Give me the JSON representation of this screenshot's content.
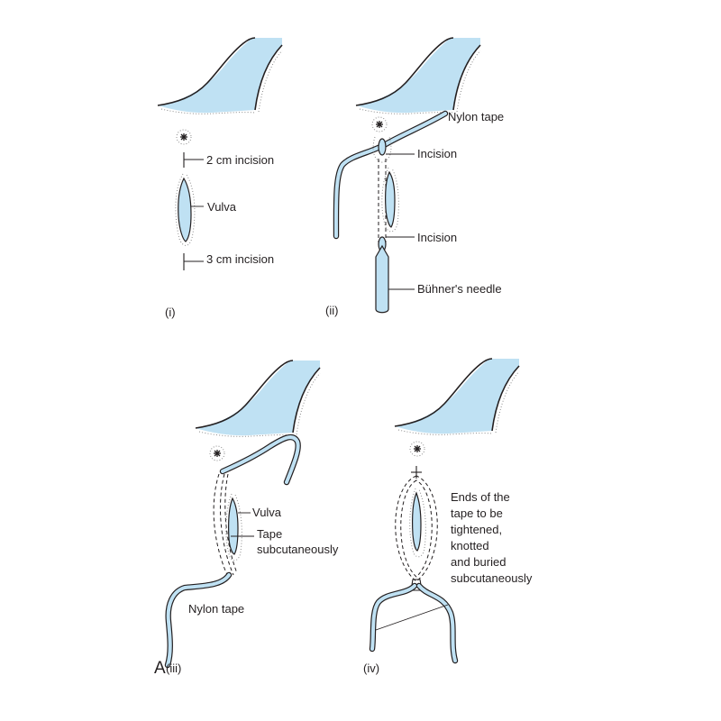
{
  "figure_letter": "A",
  "panels": {
    "p1": {
      "id": "(i)",
      "labels": {
        "top_incision": "2 cm incision",
        "vulva": "Vulva",
        "bottom_incision": "3 cm incision"
      }
    },
    "p2": {
      "id": "(ii)",
      "labels": {
        "tape": "Nylon tape",
        "upper_incision": "Incision",
        "lower_incision": "Incision",
        "needle": "Bühner's needle"
      }
    },
    "p3": {
      "id": "(iii)",
      "labels": {
        "vulva": "Vulva",
        "tape_sub_1": "Tape",
        "tape_sub_2": "subcutaneously",
        "tape": "Nylon tape"
      }
    },
    "p4": {
      "id": "(iv)",
      "labels": {
        "line1": "Ends of the",
        "line2": "tape to be",
        "line3": "tightened,",
        "line4": "knotted",
        "line5": "and buried",
        "line6": "subcutaneously"
      }
    }
  },
  "colors": {
    "tissue": "#bfe1f3",
    "ink": "#231f20",
    "stipple": "#8a8a8a"
  }
}
